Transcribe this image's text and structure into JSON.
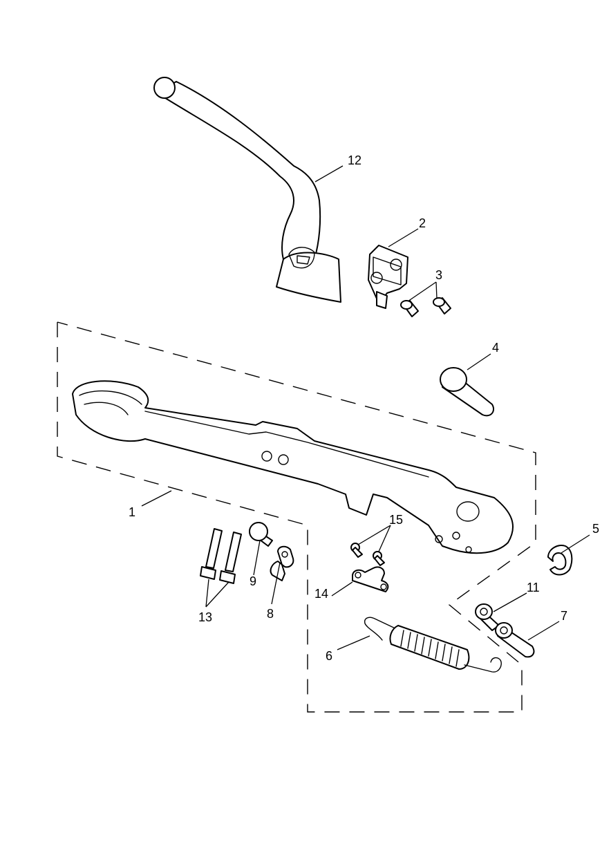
{
  "diagram": {
    "callouts": [
      {
        "id": "1",
        "label": "1"
      },
      {
        "id": "2",
        "label": "2"
      },
      {
        "id": "3",
        "label": "3"
      },
      {
        "id": "4",
        "label": "4"
      },
      {
        "id": "5",
        "label": "5"
      },
      {
        "id": "6",
        "label": "6"
      },
      {
        "id": "7",
        "label": "7"
      },
      {
        "id": "8",
        "label": "8"
      },
      {
        "id": "9",
        "label": "9"
      },
      {
        "id": "11",
        "label": "11"
      },
      {
        "id": "12",
        "label": "12"
      },
      {
        "id": "13",
        "label": "13"
      },
      {
        "id": "14",
        "label": "14"
      },
      {
        "id": "15",
        "label": "15"
      }
    ]
  },
  "colors": {
    "line": "#000000",
    "background": "#ffffff"
  }
}
